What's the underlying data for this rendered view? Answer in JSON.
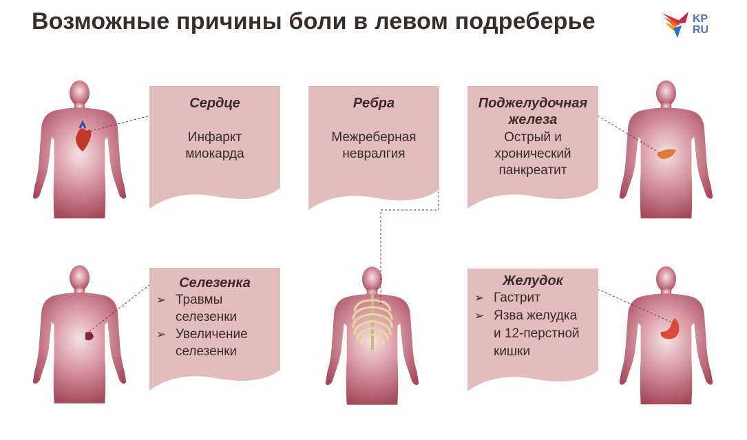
{
  "title": "Возможные причины боли в левом подреберье",
  "logo": {
    "line1": "KP",
    "line2": "RU"
  },
  "colors": {
    "card": "#e3bcbc",
    "body_edge": "#a54a5a",
    "body_center": "#f2dede",
    "leader": "#8a2a3a",
    "heart": "#b03030",
    "ribs": "#f0e4b0"
  },
  "bullet_icon": "arrow-bullet-icon",
  "cards": [
    {
      "heading": "Сердце",
      "lines": [
        "Инфаркт",
        "миокарда"
      ]
    },
    {
      "heading": "Ребра",
      "lines": [
        "Межреберная",
        "невралгия"
      ]
    },
    {
      "heading": "Поджелудочная железа",
      "lines": [
        "Острый и",
        "хронический",
        "панкреатит"
      ]
    },
    {
      "heading": "Селезенка",
      "bullets": [
        "Травмы селезенки",
        "Увеличение селезенки"
      ]
    },
    {
      "heading": "Желудок",
      "bullets": [
        "Гастрит",
        "Язва желудка и 12-перстной кишки"
      ]
    }
  ]
}
